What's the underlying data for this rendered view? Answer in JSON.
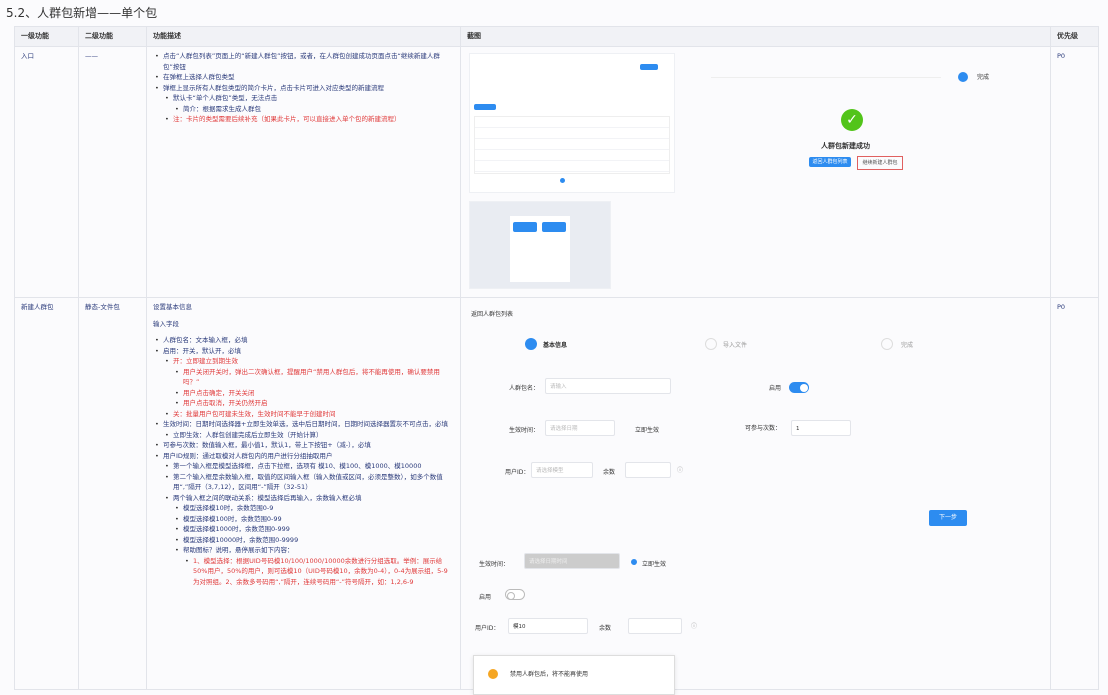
{
  "title": "5.2、人群包新增——单个包",
  "headers": [
    "一级功能",
    "二级功能",
    "功能描述",
    "截图",
    "优先级"
  ],
  "rows": [
    {
      "c1": "入口",
      "c2": "——",
      "priority": "P0",
      "desc": [
        {
          "t": "点击“人群包列表”页面上的“新建人群包”按钮，或者，在人群包创建成功页面点击“继续新建人群包”按钮",
          "lv": 0,
          "red": false
        },
        {
          "t": "在弹框上选择人群包类型",
          "lv": 0,
          "red": false
        },
        {
          "t": "弹框上显示所有人群包类型的简介卡片，点击卡片可进入对应类型的新建流程",
          "lv": 0,
          "red": false
        },
        {
          "t": "默认卡“单个人群包”类型，无法点击",
          "lv": 1,
          "red": false
        },
        {
          "t": "简介：根据需求生成人群包",
          "lv": 2,
          "red": false
        },
        {
          "t": "注：卡片的类型需要后续补充（如果此卡片，可以直接进入单个包的新建流程）",
          "lv": 1,
          "red": true
        }
      ],
      "shot": {
        "success_text": "人群包新建成功",
        "btn_primary": "返回人群包列表",
        "btn_secondary": "继续新建人群包",
        "step_done": "完成"
      }
    },
    {
      "c1": "新建人群包",
      "c2": "静态-文件包",
      "priority": "P0",
      "desc": [
        {
          "t": "设置基本信息",
          "lv": -1,
          "red": false
        },
        {
          "t": "输入字段",
          "lv": -1,
          "red": false
        },
        {
          "t": "人群包名：文本输入框，必填",
          "lv": 0,
          "red": false
        },
        {
          "t": "启用：开关，默认开，必填",
          "lv": 0,
          "red": false
        },
        {
          "t": "开：立即建立到期生效",
          "lv": 1,
          "red": true
        },
        {
          "t": "用户关闭开关时，弹出二次确认框，提醒用户“禁用人群包后，将不能再使用，确认要禁用吗？”",
          "lv": 2,
          "red": true
        },
        {
          "t": "用户点击确定，开关关闭",
          "lv": 2,
          "red": true
        },
        {
          "t": "用户点击取消，开关仍然开启",
          "lv": 2,
          "red": true
        },
        {
          "t": "关：批量用户包可建未生效，生效时间不能早于创建时间",
          "lv": 1,
          "red": true
        },
        {
          "t": "生效时间：日期时间选择器+立即生效单选，选中后日期时间，日期时间选择器置灰不可点击，必填",
          "lv": 0,
          "red": false
        },
        {
          "t": "立即生效：人群包创建完成后立即生效（开始计算）",
          "lv": 1,
          "red": false
        },
        {
          "t": "可参与次数：数值输入框，最小值1，默认1，带上下按钮+（减-），必填",
          "lv": 0,
          "red": false
        },
        {
          "t": "用户ID规则：通过取模对人群包内的用户进行分组抽取用户",
          "lv": 0,
          "red": false
        },
        {
          "t": "第一个输入框是模型选择框，点击下拉框，选项有 模10、模100、模1000、模10000",
          "lv": 1,
          "red": false
        },
        {
          "t": "第二个输入框是余数输入框，取值的区间输入框（输入数值或区间，必须是整数），如多个数值用“,”隔开（3,7,12），区间用“-”隔开（32-51）",
          "lv": 1,
          "red": false
        },
        {
          "t": "两个输入框之间的联动关系：模型选择后再输入，余数输入框必填",
          "lv": 1,
          "red": false
        },
        {
          "t": "模型选择模10时，余数范围0-9",
          "lv": 2,
          "red": false
        },
        {
          "t": "模型选择模100时，余数范围0-99",
          "lv": 2,
          "red": false
        },
        {
          "t": "模型选择模1000时，余数范围0-999",
          "lv": 2,
          "red": false
        },
        {
          "t": "模型选择模10000时，余数范围0-9999",
          "lv": 2,
          "red": false
        },
        {
          "t": "帮助图标？说明，悬停展示如下内容：",
          "lv": 2,
          "red": false
        },
        {
          "t": "1、模型选择：根据UID号码模10/100/1000/10000余数进行分组选取。举例：展示给50%用户，50%的用户，则可选模10（UID号码模10，余数为0-4），0-4为展示组，5-9为对照组。2、余数多号码用“,”隔开，连续号码用“-”符号隔开，如：1,2,6-9",
          "lv": 3,
          "red": true
        }
      ],
      "shot": {
        "back": "返回人群包列表",
        "steps": [
          "基本信息",
          "导入文件",
          "完成"
        ],
        "name_label": "人群包名：",
        "name_placeholder": "请输入",
        "enable_label": "启用",
        "time_label": "生效时间：",
        "time_placeholder": "请选择日期",
        "now_label": "立即生效",
        "times_label": "可参与次数：",
        "times_value": "1",
        "uid_label": "用户ID：",
        "uid_placeholder": "请选择模型",
        "rem_label": "余数",
        "next": "下一步",
        "time_label2": "生效时间：",
        "time_placeholder2": "请选择日期时间",
        "now_label2": "立即生效",
        "enable_label2": "启用",
        "uid_label2": "用户ID：",
        "uid_value2": "模10",
        "rem_label2": "余数",
        "popup_text": "禁用人群包后，将不能再使用"
      }
    }
  ],
  "colors": {
    "accent": "#2d8cf0",
    "success": "#52c41a",
    "warning": "#f5a623",
    "red": "#e03a3a"
  }
}
